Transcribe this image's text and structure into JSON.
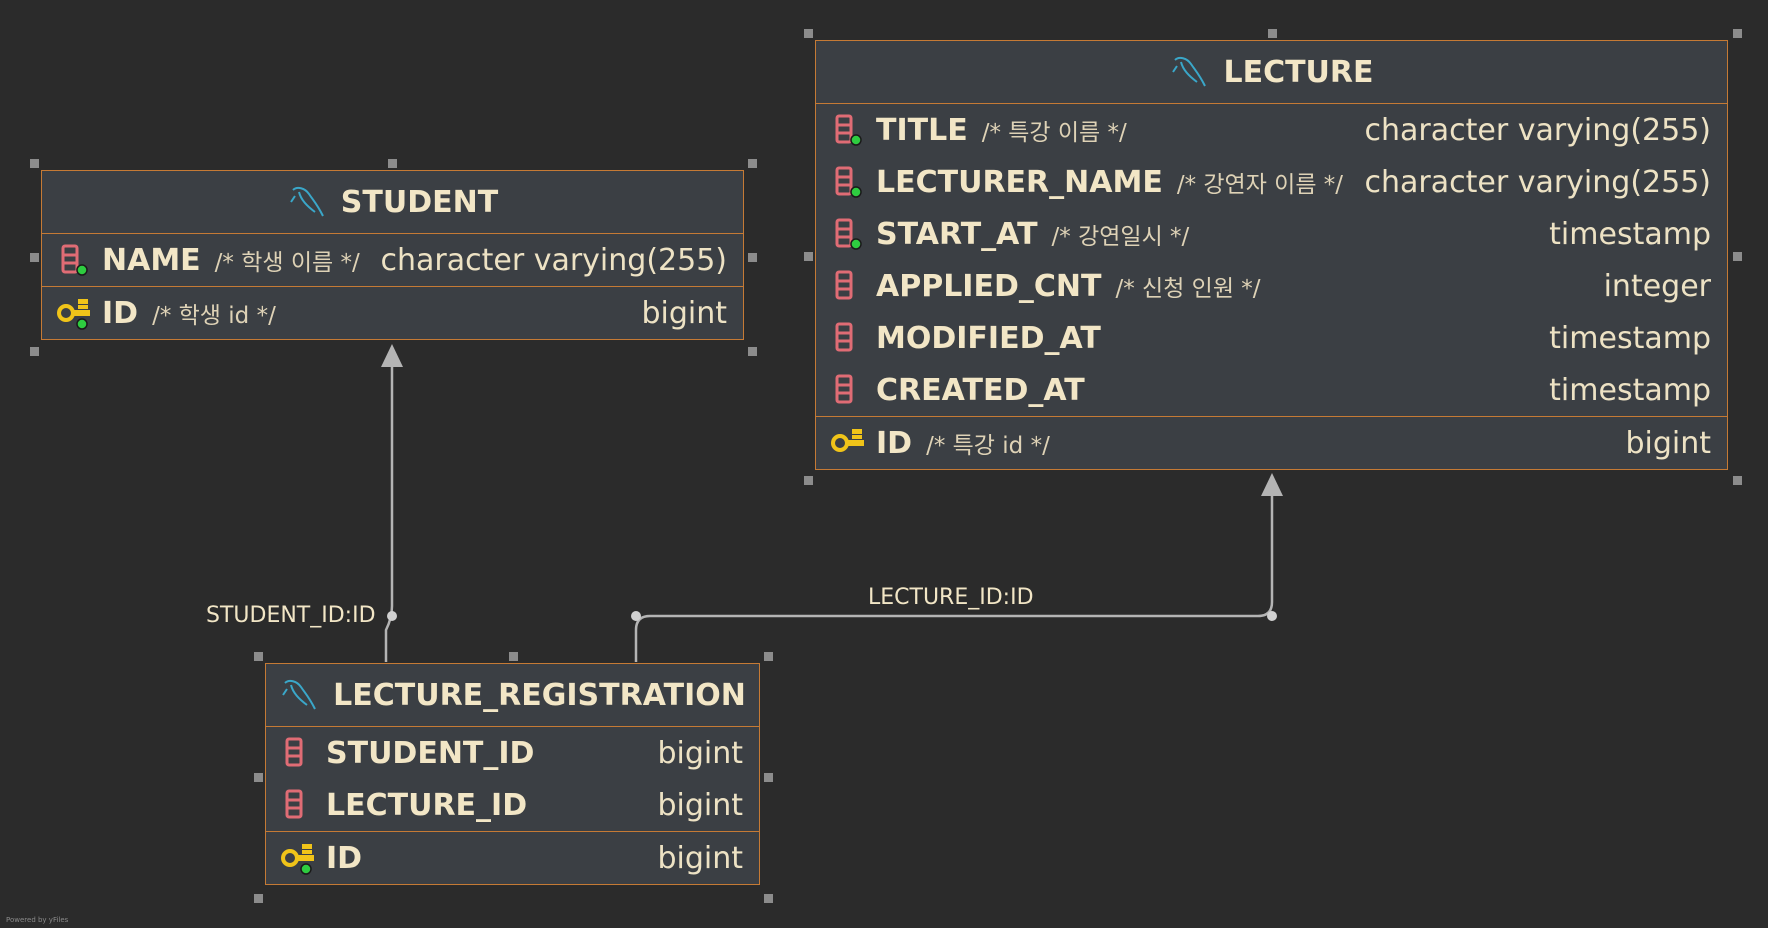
{
  "tables": {
    "student": {
      "title": "STUDENT",
      "columns": [
        {
          "name": "NAME",
          "comment": "/* 학생 이름 */",
          "type": "character varying(255)"
        }
      ],
      "pk": {
        "name": "ID",
        "comment": "/* 학생 id */",
        "type": "bigint"
      }
    },
    "lecture": {
      "title": "LECTURE",
      "columns": [
        {
          "name": "TITLE",
          "comment": "/* 특강 이름 */",
          "type": "character varying(255)"
        },
        {
          "name": "LECTURER_NAME",
          "comment": "/* 강연자 이름 */",
          "type": "character varying(255)"
        },
        {
          "name": "START_AT",
          "comment": "/* 강연일시 */",
          "type": "timestamp"
        },
        {
          "name": "APPLIED_CNT",
          "comment": "/* 신청 인원 */",
          "type": "integer"
        },
        {
          "name": "MODIFIED_AT",
          "comment": "",
          "type": "timestamp"
        },
        {
          "name": "CREATED_AT",
          "comment": "",
          "type": "timestamp"
        }
      ],
      "pk": {
        "name": "ID",
        "comment": "/* 특강 id */",
        "type": "bigint"
      }
    },
    "registration": {
      "title": "LECTURE_REGISTRATION",
      "columns": [
        {
          "name": "STUDENT_ID",
          "comment": "",
          "type": "bigint"
        },
        {
          "name": "LECTURE_ID",
          "comment": "",
          "type": "bigint"
        }
      ],
      "pk": {
        "name": "ID",
        "comment": "",
        "type": "bigint"
      }
    }
  },
  "relations": {
    "student_fk": "STUDENT_ID:ID",
    "lecture_fk": "LECTURE_ID:ID"
  },
  "watermark": "Powered by yFiles",
  "colors": {
    "background": "#2b2b2b",
    "table_fill": "#3b3f44",
    "table_border": "#c57a35",
    "text": "#f2e6c6",
    "edge": "#b4b4b4",
    "column_icon": "#e06c75",
    "key_icon": "#f0c419",
    "not_null_dot": "#2ecc40",
    "dolphin_icon": "#3aa7c9"
  },
  "icons": {
    "table": "mysql-dolphin-icon",
    "column": "column-icon",
    "primary_key": "key-icon"
  }
}
